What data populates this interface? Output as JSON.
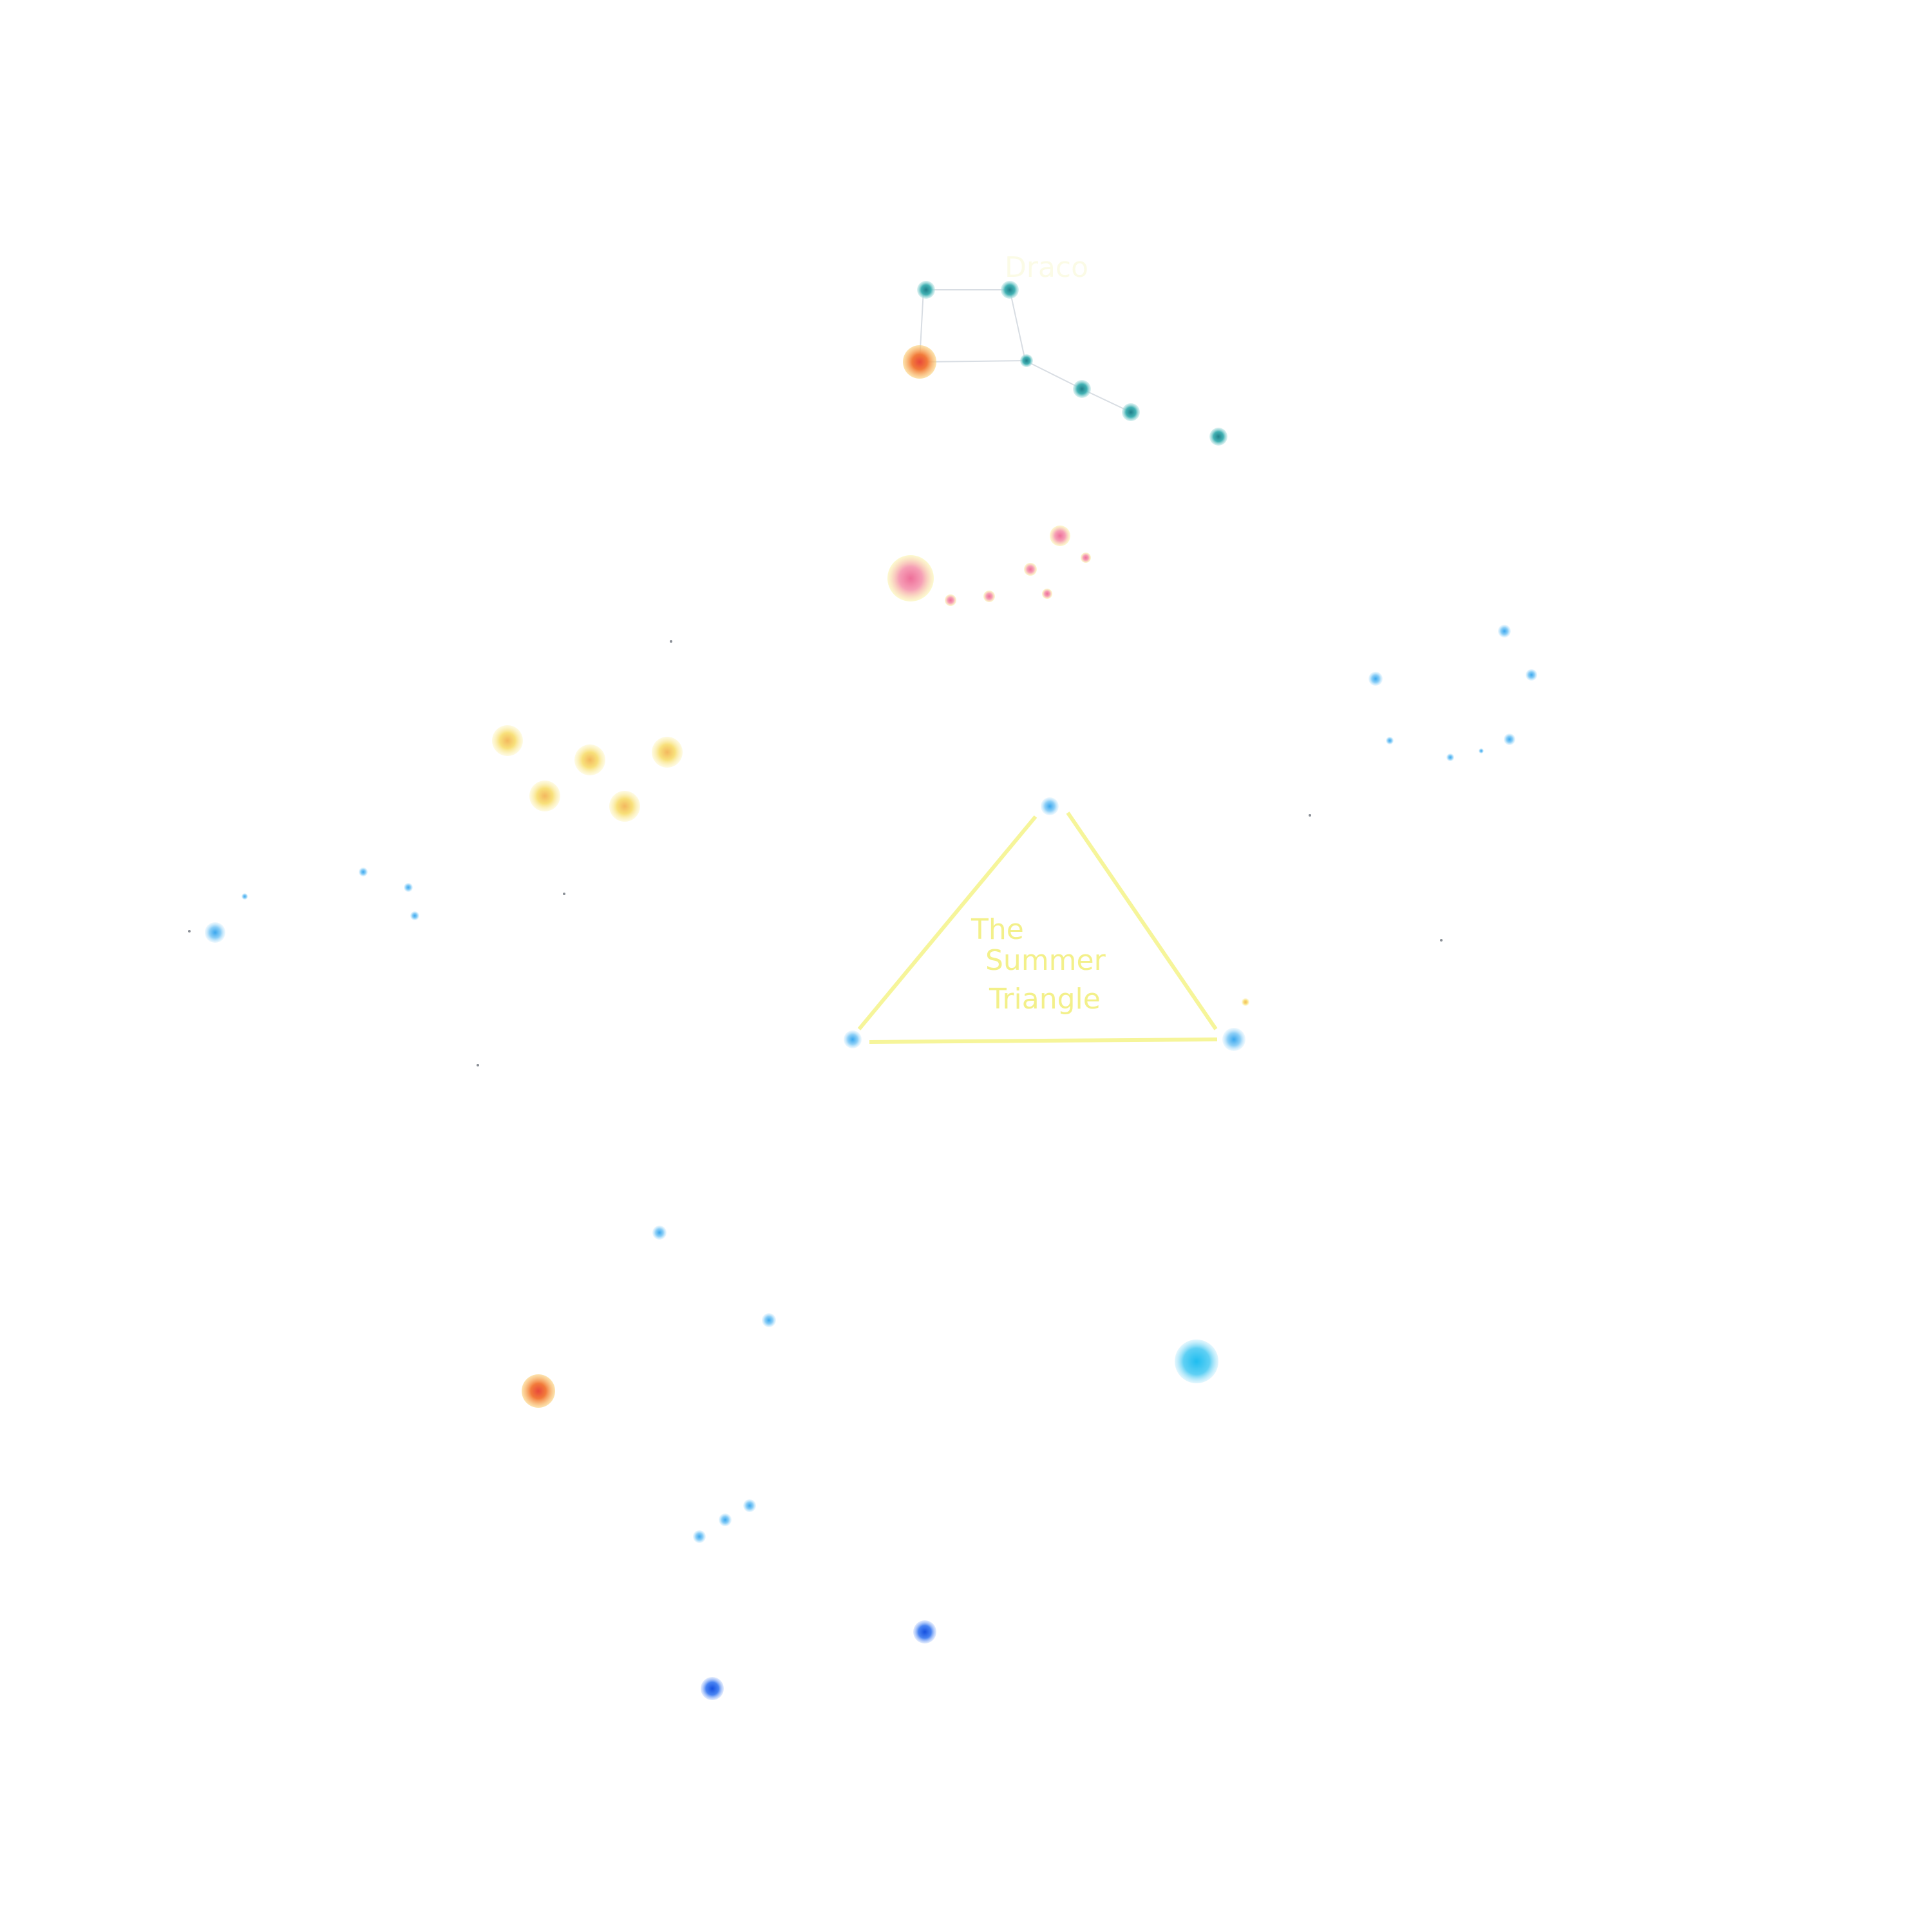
{
  "labels": {
    "triangle_line1": "The",
    "triangle_line2": "Summer",
    "triangle_line3": "Triangle",
    "top_label": "Draco"
  },
  "colors": {
    "triangle": "#f6f59a",
    "triangle_text": "#f3f08a",
    "top_label": "#fbfbe6",
    "faint_line": "#d8dde3"
  },
  "groups": [
    {
      "name": "draco-group",
      "color": "#2aa6a6",
      "glow": "#9fd7d7"
    },
    {
      "name": "pink-arc-group",
      "color": "#f08aa0",
      "glow": "#f8f2a8"
    },
    {
      "name": "yellow-cluster",
      "color": "#f7df6a",
      "glow": "#fbf3b8"
    },
    {
      "name": "right-blue-group",
      "color": "#8ccff5",
      "glow": "#d9f0fc"
    },
    {
      "name": "left-blue-group",
      "color": "#6ec3f3",
      "glow": "#d6eefc"
    },
    {
      "name": "summer-triangle",
      "color": "#7ccbf4",
      "glow": "#d4eefc"
    },
    {
      "name": "lower-group",
      "color": "#6ec6f0",
      "glow": "#d6eefc"
    }
  ]
}
